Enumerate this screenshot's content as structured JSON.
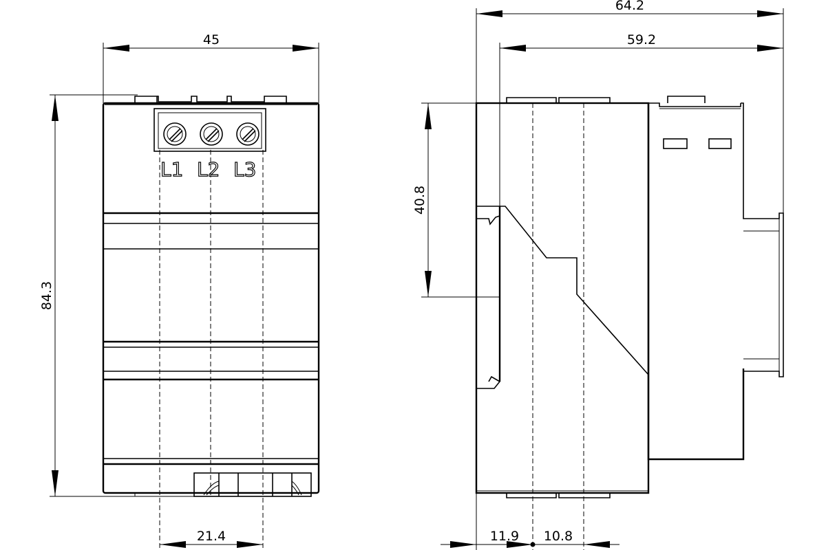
{
  "dimensions": {
    "width_front": "45",
    "height_front": "84.3",
    "terminal_pitch": "21.4",
    "depth_total": "64.2",
    "depth_rail": "59.2",
    "side_height": "40.8",
    "offset_a": "11.9",
    "offset_b": "10.8"
  },
  "terminals": [
    "L1",
    "L2",
    "L3"
  ]
}
